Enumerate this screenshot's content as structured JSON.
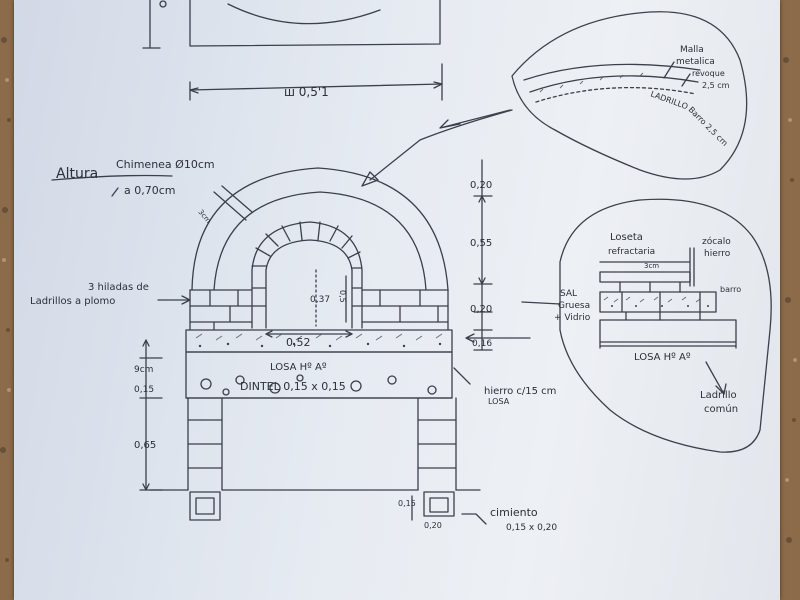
{
  "labels": {
    "top_dim": "ш 0,5'1",
    "malla": "Malla",
    "metalica": "metalica",
    "revoque": "revoque",
    "revoque_dim": "2,5 cm",
    "ladrillo_detail": "LADRILLO",
    "barro_detail": "Barro 2,5 cm",
    "altura": "Altura",
    "chimenea": "Chimenea Ø10cm",
    "chimenea_height": "a 0,70cm",
    "small_dim": "3cm",
    "hiladas_1": "3 hiladas de",
    "hiladas_2": "Ladrillos a plomo",
    "dim_020_top": "0,20",
    "dim_055": "0,55",
    "dim_020_mid": "0,20",
    "dim_016": "0,16",
    "dim_037": "0,37",
    "dim_side": "0,5",
    "dim_052": "0,52",
    "losa_center": "LOSA Hº Aº",
    "dintel": "DINTEL 0,15 x 0,15",
    "dim_9cm": "9cm",
    "dim_015": "0,15",
    "dim_065": "0,65",
    "hierro_1": "hierro c/15 cm",
    "hierro_2": "LOSA",
    "dim_015_foot": "0,15",
    "dim_020_foot": "0,20",
    "cimiento_1": "cimiento",
    "cimiento_2": "0,15 x 0,20",
    "loseta_1": "Loseta",
    "loseta_2": "refractaria",
    "loseta_dim": "3cm",
    "zocalo_1": "zócalo",
    "zocalo_2": "hierro",
    "sal_1": "SAL",
    "sal_2": "Gruesa",
    "sal_3": "+ Vidrio",
    "barro_detail2": "barro",
    "losa_detail": "LOSA Hº Aº",
    "ladrillo_comun_1": "Ladrillo",
    "ladrillo_comun_2": "común"
  }
}
